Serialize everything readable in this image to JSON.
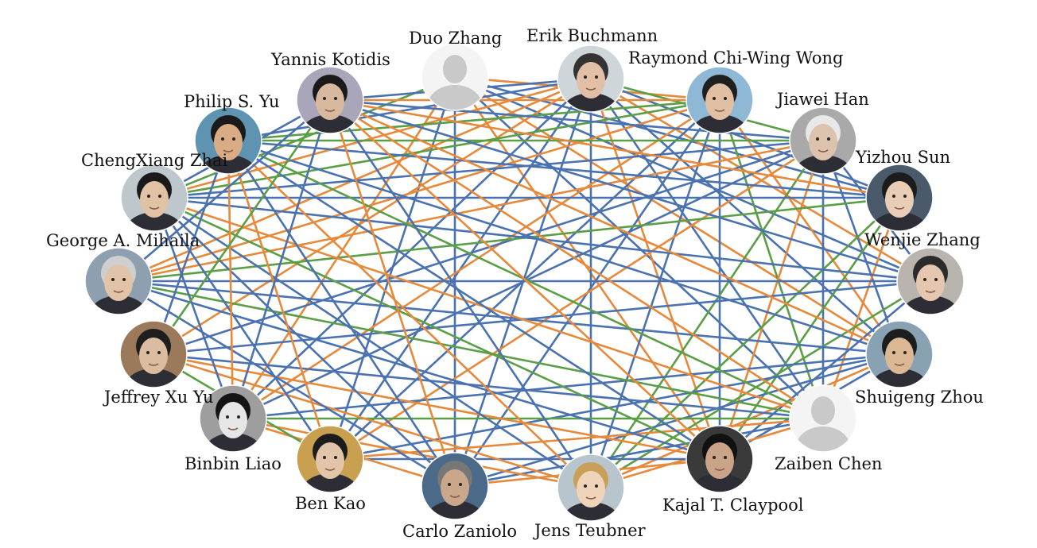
{
  "diagram": {
    "type": "collaboration-network",
    "edge_colors": {
      "blue": "#4a72b0",
      "orange": "#e6893a",
      "green": "#5a9e45"
    },
    "avatar_placeholder_color": "#c9c9c9",
    "nodes": [
      {
        "id": "duo",
        "name": "Duo Zhang",
        "photo": "placeholder"
      },
      {
        "id": "erik",
        "name": "Erik Buchmann",
        "photo": "photo"
      },
      {
        "id": "raymond",
        "name": "Raymond Chi-Wing Wong",
        "photo": "photo"
      },
      {
        "id": "jiawei",
        "name": "Jiawei Han",
        "photo": "photo"
      },
      {
        "id": "yizhou",
        "name": "Yizhou Sun",
        "photo": "photo"
      },
      {
        "id": "wenjie",
        "name": "Wenjie Zhang",
        "photo": "photo"
      },
      {
        "id": "shuigeng",
        "name": "Shuigeng Zhou",
        "photo": "photo"
      },
      {
        "id": "zaiben",
        "name": "Zaiben Chen",
        "photo": "placeholder"
      },
      {
        "id": "kajal",
        "name": "Kajal T. Claypool",
        "photo": "photo"
      },
      {
        "id": "jens",
        "name": "Jens Teubner",
        "photo": "photo"
      },
      {
        "id": "carlo",
        "name": "Carlo Zaniolo",
        "photo": "photo"
      },
      {
        "id": "ben",
        "name": "Ben Kao",
        "photo": "photo"
      },
      {
        "id": "binbin",
        "name": "Binbin Liao",
        "photo": "photo"
      },
      {
        "id": "jeffrey",
        "name": "Jeffrey Xu Yu",
        "photo": "photo"
      },
      {
        "id": "george",
        "name": "George A. Mihaila",
        "photo": "photo"
      },
      {
        "id": "chengxiang",
        "name": "ChengXiang Zhai",
        "photo": "photo"
      },
      {
        "id": "philip",
        "name": "Philip S. Yu",
        "photo": "photo"
      },
      {
        "id": "yannis",
        "name": "Yannis Kotidis",
        "photo": "photo"
      }
    ]
  }
}
